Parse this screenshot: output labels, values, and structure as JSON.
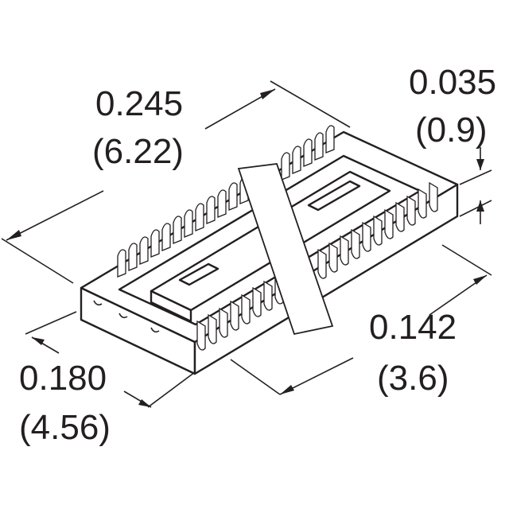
{
  "dimensions": {
    "length_in": "0.245",
    "length_mm": "(6.22)",
    "height_in": "0.035",
    "height_mm": "(0.9)",
    "width_in": "0.180",
    "width_mm": "(4.56)",
    "pitch_in": "0.142",
    "pitch_mm": "(3.6)"
  },
  "colors": {
    "ink": "#231f20",
    "background": "#ffffff"
  }
}
